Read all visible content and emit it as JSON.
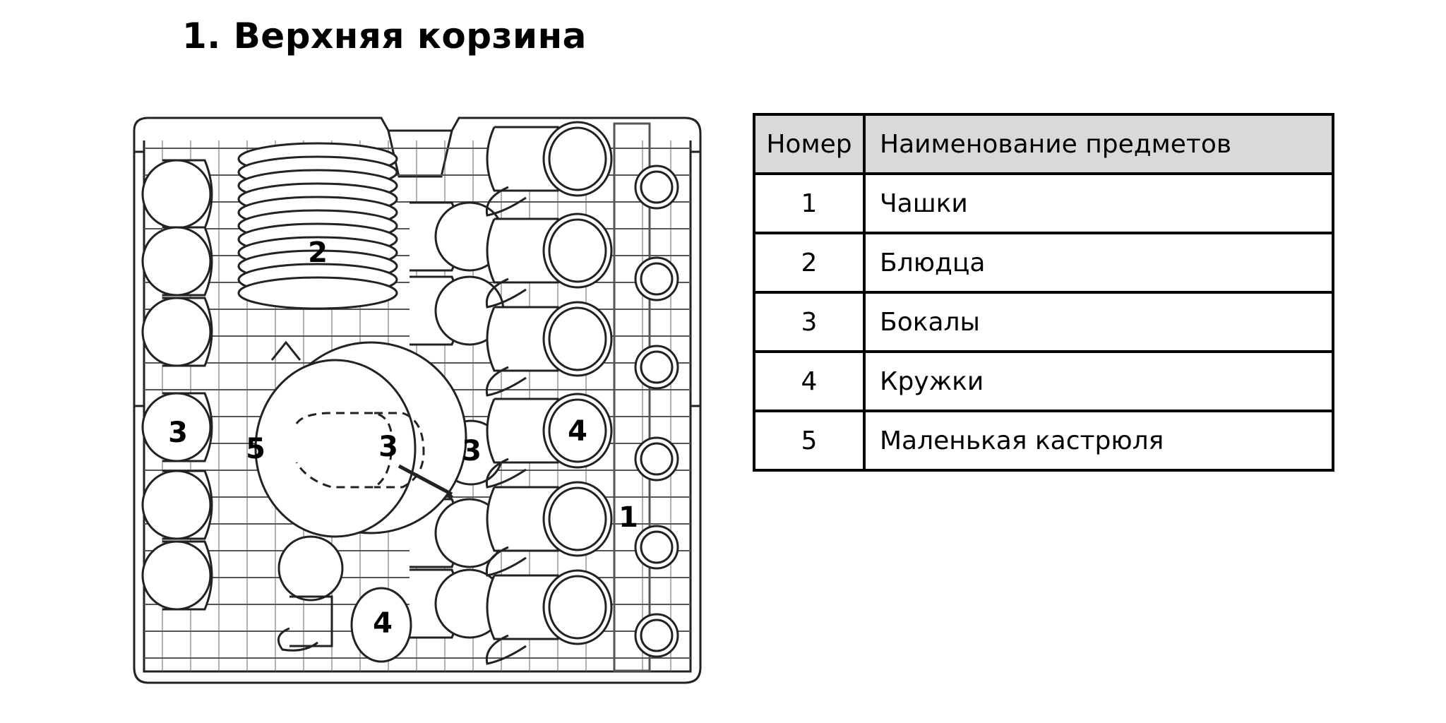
{
  "page": {
    "title": "1. Верхняя корзина"
  },
  "figure": {
    "labels": {
      "cups": "1",
      "saucers": "2",
      "glasses": "3",
      "mugs": "4",
      "saucepan": "5"
    }
  },
  "legend": {
    "headers": {
      "number": "Номер",
      "name": "Наименование предметов"
    },
    "rows": [
      {
        "number": "1",
        "name": "Чашки"
      },
      {
        "number": "2",
        "name": "Блюдца"
      },
      {
        "number": "3",
        "name": "Бокалы"
      },
      {
        "number": "4",
        "name": "Кружки"
      },
      {
        "number": "5",
        "name": "Маленькая кастрюля"
      }
    ]
  }
}
